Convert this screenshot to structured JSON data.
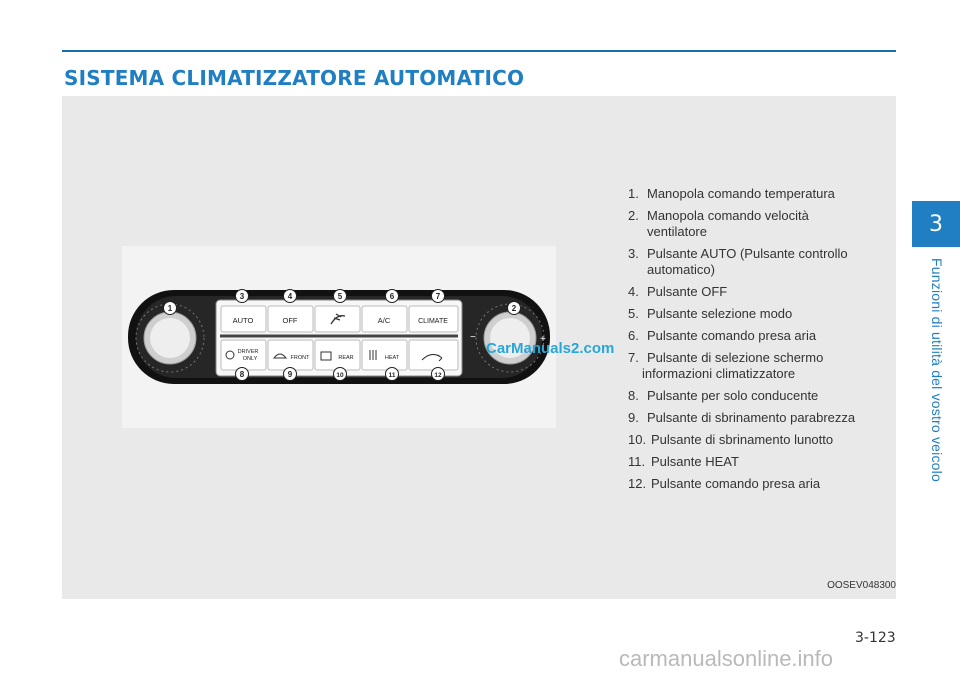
{
  "header": {
    "title": "SISTEMA CLIMATIZZATORE AUTOMATICO"
  },
  "figure": {
    "image_code": "OOSEV048300",
    "watermark": "CarManuals2.com",
    "callouts": [
      "1",
      "2",
      "3",
      "4",
      "5",
      "6",
      "7",
      "8",
      "9",
      "10",
      "11",
      "12"
    ],
    "panel_labels": {
      "auto": "AUTO",
      "off": "OFF",
      "ac": "A/C",
      "climate": "CLIMATE",
      "driver_only": "DRIVER\nONLY",
      "front": "FRONT",
      "rear": "REAR",
      "heat": "HEAT",
      "minus": "−",
      "plus": "+"
    }
  },
  "legend": [
    {
      "num": "1.",
      "text": "Manopola comando temperatura"
    },
    {
      "num": "2.",
      "text": "Manopola comando velocità",
      "cont": "ventilatore"
    },
    {
      "num": "3.",
      "text": "Pulsante AUTO (Pulsante controllo",
      "cont": "automatico)"
    },
    {
      "num": "4.",
      "text": "Pulsante OFF"
    },
    {
      "num": "5.",
      "text": "Pulsante selezione modo"
    },
    {
      "num": "6.",
      "text": "Pulsante comando presa aria"
    },
    {
      "num": "7.",
      "text": "Pulsante di selezione schermo",
      "cont": "informazioni climatizzatore"
    },
    {
      "num": "8.",
      "text": "Pulsante per solo conducente"
    },
    {
      "num": "9.",
      "text": "Pulsante di sbrinamento parabrezza"
    },
    {
      "num": "10.",
      "text": "Pulsante di sbrinamento lunotto"
    },
    {
      "num": "11.",
      "text": "Pulsante HEAT"
    },
    {
      "num": "12.",
      "text": "Pulsante comando presa aria"
    }
  ],
  "sidebar": {
    "chapter_number": "3",
    "chapter_title": "Funzioni di utilità del vostro veicolo"
  },
  "footer": {
    "page_number": "3-123",
    "brand": "carmanualsonline.info"
  },
  "colors": {
    "accent": "#1f7fc2",
    "panel_bg": "#e9e9e9",
    "watermark": "#2aa6d6"
  }
}
